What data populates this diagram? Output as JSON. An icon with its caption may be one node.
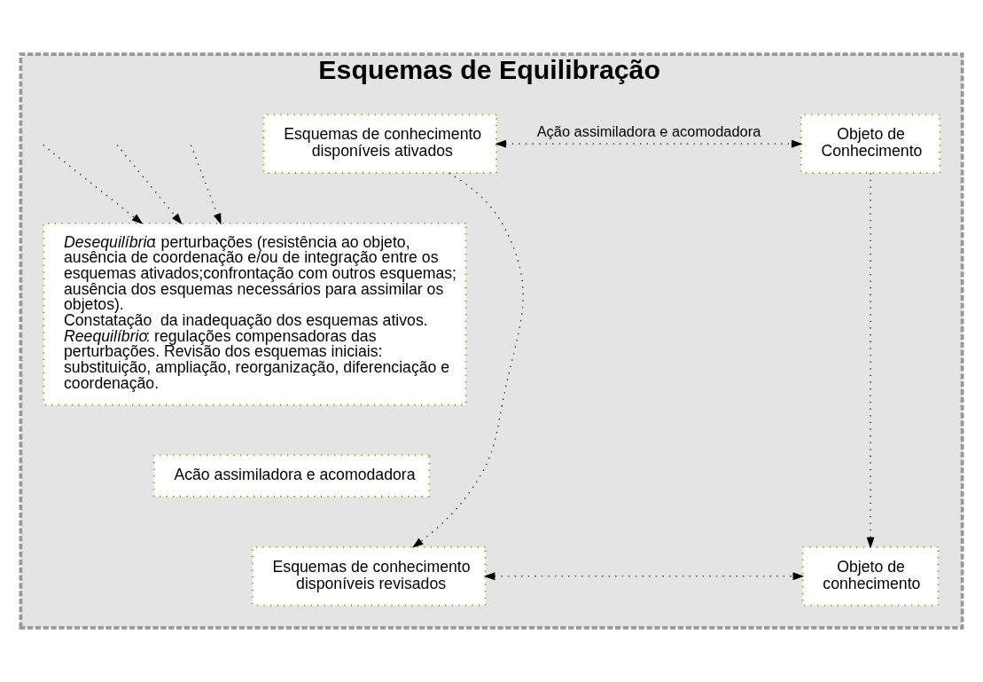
{
  "diagram": {
    "nodes": [
      {
        "text": [
          "Esquemas de Equilibração"
        ]
      },
      {
        "text": [
          "Esquemas de conhecimento disponíveis ativados"
        ],
        "in": 0
      },
      {
        "text": [
          "Objeto de Conhecimento"
        ],
        "in": 0
      },
      {
        "text": [
          "*Desequilíbrio*: perturbações (resistência ao objeto, ausência de coordenação e/ou de integração entre os esquemas ativados;confrontação com outros esquemas; ausência dos esquemas necessários para assimilar os objetos).",
          "Constatação  da inadequação dos esquemas ativos.",
          "*Reequilíbrio*: regulações compensadoras das perturbações. Revisão dos esquemas iniciais: substituição, ampliação, reorganização, diferenciação e coordenação."
        ],
        "in": 0
      },
      {
        "text": [
          "Acão assimiladora e acomodadora"
        ],
        "in": 0
      },
      {
        "text": [
          "Esquemas de conhecimento disponíveis revisados"
        ],
        "in": 0
      },
      {
        "text": [
          "Objeto de conhecimento"
        ],
        "in": 0
      }
    ],
    "edges": [
      {
        "from": 1,
        "to": 2,
        "arrow": "both",
        "label": "Ação assimiladora e acomodadora"
      },
      {
        "from": null,
        "to": 3,
        "arrow": "to"
      },
      {
        "from": null,
        "to": 3,
        "arrow": "to"
      },
      {
        "from": null,
        "to": 3,
        "arrow": "to"
      },
      {
        "from": 1,
        "to": 5,
        "arrow": "to"
      },
      {
        "from": 2,
        "to": 6,
        "arrow": "to"
      },
      {
        "from": 5,
        "to": 6,
        "arrow": "both"
      }
    ]
  }
}
